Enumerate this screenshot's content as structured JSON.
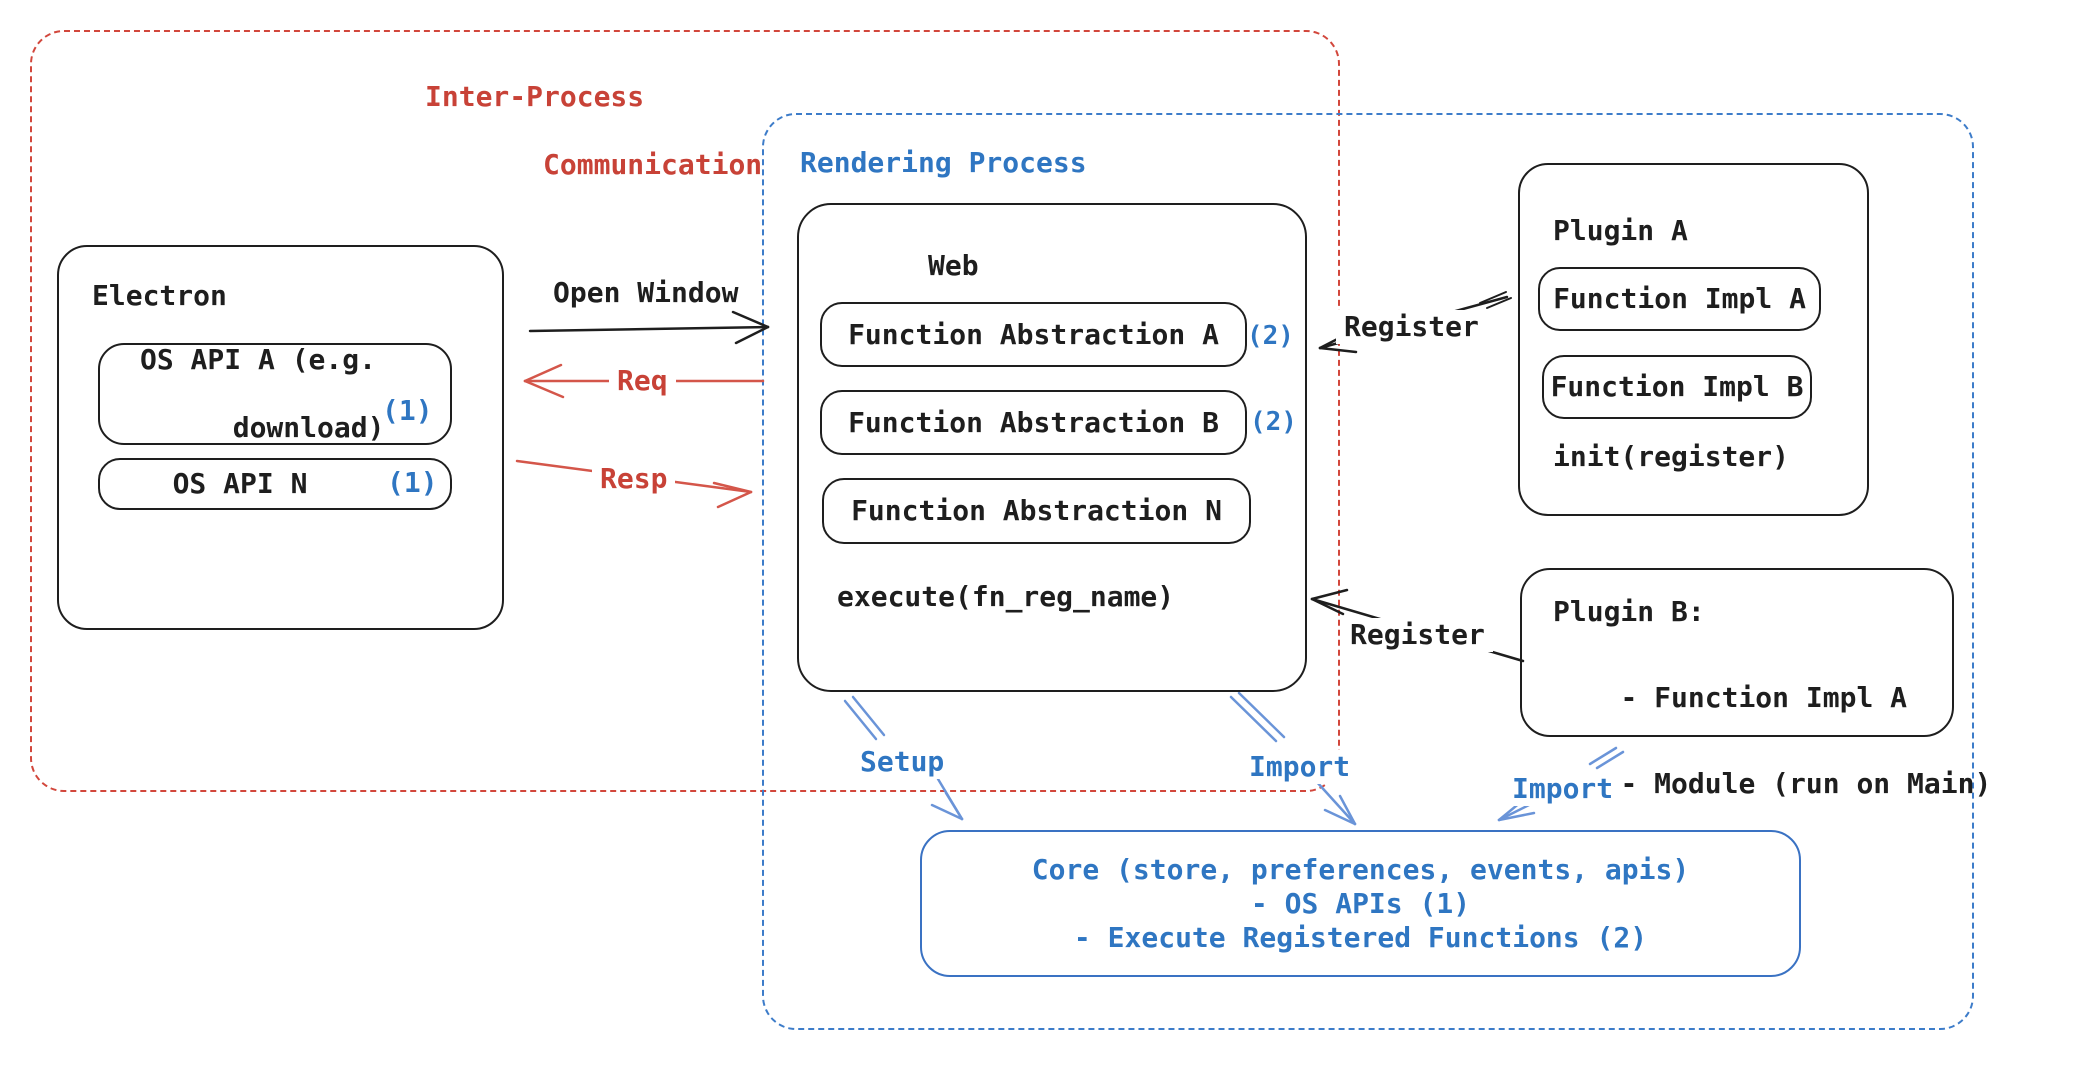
{
  "colors": {
    "black": "#1e1e1e",
    "red_label": "#c84237",
    "red_arrow": "#d4564a",
    "blue_label": "#2f76c2",
    "blue_arrow": "#6a94d8",
    "red_dash_border": "#d2473c",
    "blue_dash_border": "#3d7cc9"
  },
  "regions": {
    "ipc": {
      "label_line1": "Inter-Process",
      "label_line2": "Communication"
    },
    "rendering": {
      "label": "Rendering Process"
    }
  },
  "electron": {
    "title": "Electron",
    "apis": [
      {
        "label_line1": "OS API A (e.g.",
        "label_line2": "download)",
        "badge": "(1)"
      },
      {
        "label_line1": "OS API N",
        "label_line2": "",
        "badge": "(1)"
      }
    ]
  },
  "web": {
    "title": "Web",
    "abstractions": [
      {
        "label": "Function Abstraction A",
        "badge": "(2)"
      },
      {
        "label": "Function Abstraction B",
        "badge": "(2)"
      },
      {
        "label": "Function Abstraction N",
        "badge": ""
      }
    ],
    "footer": "execute(fn_reg_name)"
  },
  "plugin_a": {
    "title": "Plugin A",
    "impls": [
      "Function Impl A",
      "Function Impl B"
    ],
    "footer": "init(register)"
  },
  "plugin_b": {
    "lines": [
      "Plugin B:",
      "- Function Impl A",
      "- Module (run on Main)"
    ]
  },
  "core": {
    "lines": [
      "Core (store, preferences, events, apis)",
      "- OS APIs (1)",
      "- Execute Registered Functions (2)"
    ]
  },
  "arrows": {
    "open_window": "Open Window",
    "req": "Req",
    "resp": "Resp",
    "register_plugin_a": "Register",
    "register_plugin_b": "Register",
    "setup": "Setup",
    "import_web": "Import",
    "import_plugin_b": "Import"
  }
}
